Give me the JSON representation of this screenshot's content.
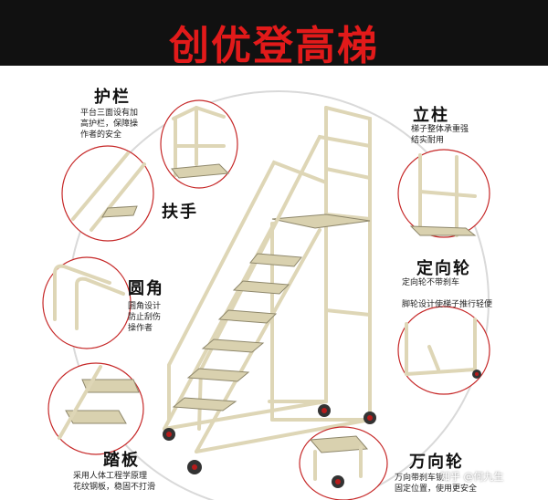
{
  "title": "创优登高梯",
  "features": {
    "guardrail": {
      "heading": "护栏",
      "note": "平台三面设有加\n高护栏，保障操\n作者的安全"
    },
    "column": {
      "heading": "立柱",
      "note": "梯子整体承重强\n结实耐用"
    },
    "handrail": {
      "heading": "扶手"
    },
    "casters": {
      "heading": "定向轮",
      "note": "定向轮不带刹车\n\n脚轮设计使梯子推行轻便"
    },
    "corner": {
      "heading": "圆角",
      "note": "圆角设计\n防止刮伤\n操作者"
    },
    "tread": {
      "heading": "踏板",
      "note": "采用人体工程学原理\n花纹钢板，稳固不打滑"
    },
    "swivel": {
      "heading": "万向轮",
      "note": "万向带刹车锁\n固定位置，使用更安全"
    }
  },
  "watermark": "知乎 @何九生",
  "colors": {
    "banner_bg": "#111111",
    "title_red": "#e21a1a",
    "frame": "#ded6b6",
    "callout_ring": "#c62828"
  }
}
